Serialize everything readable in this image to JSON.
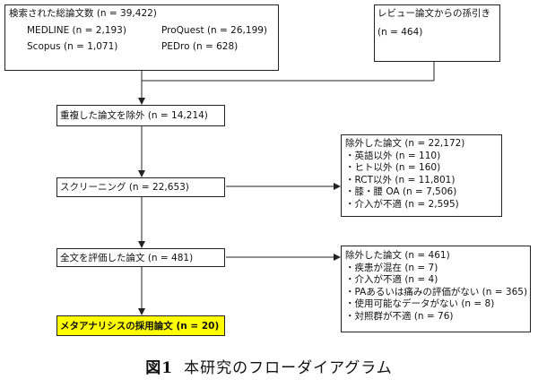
{
  "identified": {
    "header": "検索された総論文数 (n = 39,422)",
    "medline": "MEDLINE (n = 2,193)",
    "proquest": "ProQuest (n = 26,199)",
    "scopus": "Scopus (n = 1,071)",
    "pedro": "PEDro (n = 628)"
  },
  "references": {
    "line1": "レビュー論文からの孫引き",
    "line2": "(n = 464)"
  },
  "duplicates": {
    "label": "重複した論文を除外 (n = 14,214)"
  },
  "screening": {
    "label": "スクリーニング (n = 22,653)"
  },
  "screen_excluded": {
    "header": "除外した論文 (n = 22,172)",
    "items": [
      "・英語以外 (n = 110)",
      "・ヒト以外 (n = 160)",
      "・RCT以外 (n = 11,801)",
      "・膝・腰 OA (n = 7,506)",
      "・介入が不適 (n = 2,595)"
    ]
  },
  "fulltext": {
    "label": "全文を評価した論文 (n = 481)"
  },
  "full_excluded": {
    "header": "除外した論文 (n = 461)",
    "items": [
      "・疾患が混在 (n = 7)",
      "・介入が不適 (n = 4)",
      "・PAあるいは痛みの評価がない (n = 365)",
      "・使用可能なデータがない (n = 8)",
      "・対照群が不適 (n = 76)"
    ]
  },
  "included": {
    "label": "メタアナリシスの採用論文 (n = 20)",
    "fill": "#ffff00"
  },
  "caption": {
    "number": "図1",
    "text": "本研究のフローダイアグラム"
  }
}
